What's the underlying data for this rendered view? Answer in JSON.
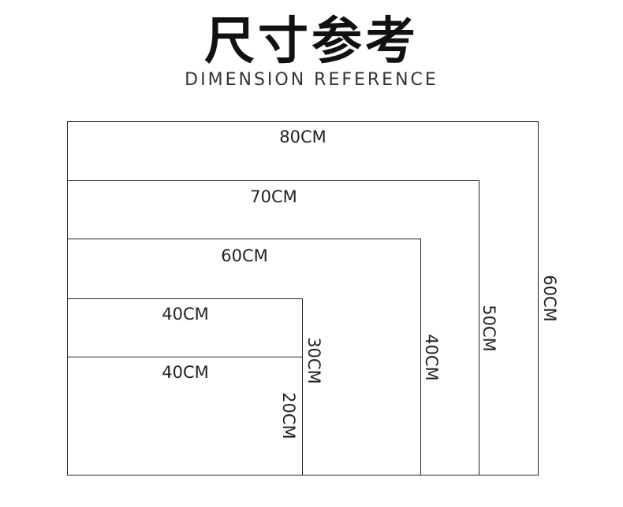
{
  "title": "尺寸参考",
  "subtitle": "DIMENSION REFERENCE",
  "sizes": [
    {
      "width_label": "80CM",
      "height_label": "60CM"
    },
    {
      "width_label": "70CM",
      "height_label": "50CM"
    },
    {
      "width_label": "60CM",
      "height_label": "40CM"
    },
    {
      "width_label": "40CM",
      "height_label": "30CM"
    },
    {
      "width_label": "40CM",
      "height_label": "20CM"
    }
  ],
  "colors": {
    "line": "#222222",
    "text": "#222222",
    "background": "#ffffff"
  }
}
